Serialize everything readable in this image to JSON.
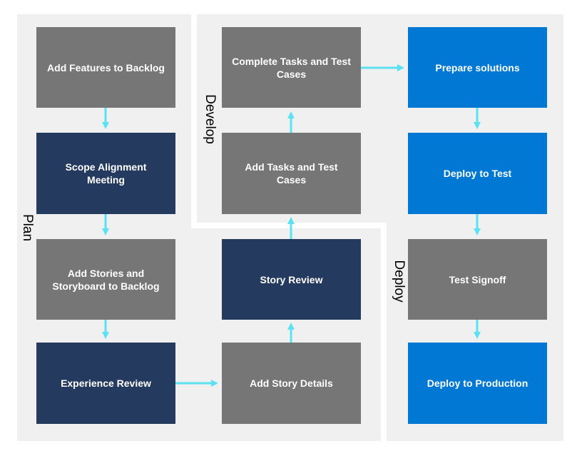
{
  "sections": {
    "plan": "Plan",
    "develop": "Develop",
    "deploy": "Deploy"
  },
  "steps": {
    "add_features": "Add Features to Backlog",
    "scope_alignment": "Scope Alignment Meeting",
    "add_stories": "Add Stories and Storyboard to Backlog",
    "experience_review": "Experience Review",
    "add_story_details": "Add Story Details",
    "story_review": "Story Review",
    "add_tasks": "Add Tasks and Test Cases",
    "complete_tasks": "Complete Tasks and Test Cases",
    "prepare_solutions": "Prepare solutions",
    "deploy_test": "Deploy to Test",
    "test_signoff": "Test Signoff",
    "deploy_production": "Deploy to Production"
  },
  "colors": {
    "process": "#767676",
    "review": "#243a5e",
    "deploy": "#0078d4",
    "arrow": "#5ce1f2",
    "region": "#f0f0f0"
  }
}
